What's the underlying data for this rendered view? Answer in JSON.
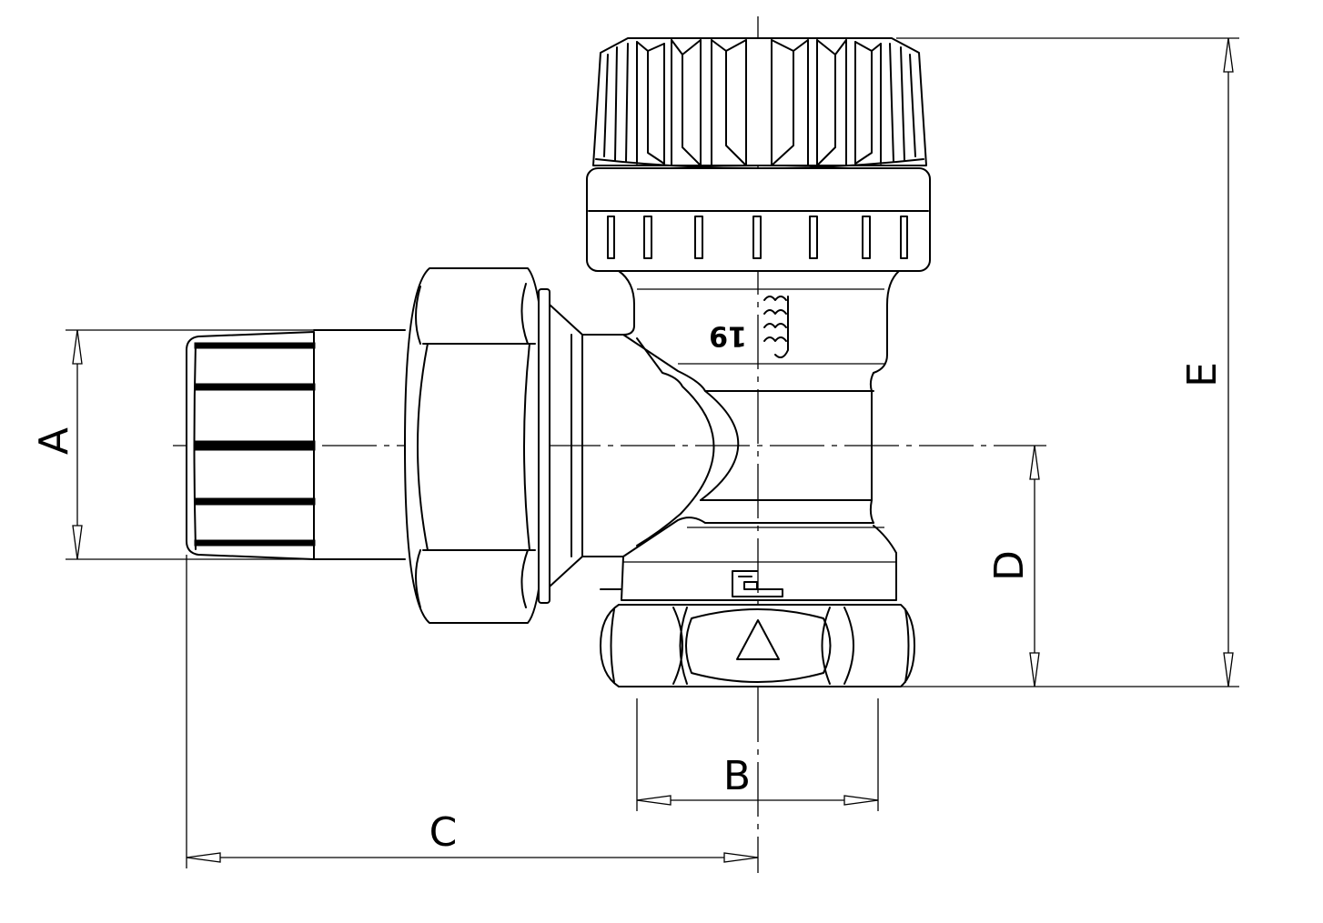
{
  "dimensions": {
    "a": "A",
    "b": "B",
    "c": "C",
    "d": "D",
    "e": "E"
  },
  "body_marking": "19",
  "colors": {
    "line": "#000000",
    "background": "#ffffff"
  }
}
